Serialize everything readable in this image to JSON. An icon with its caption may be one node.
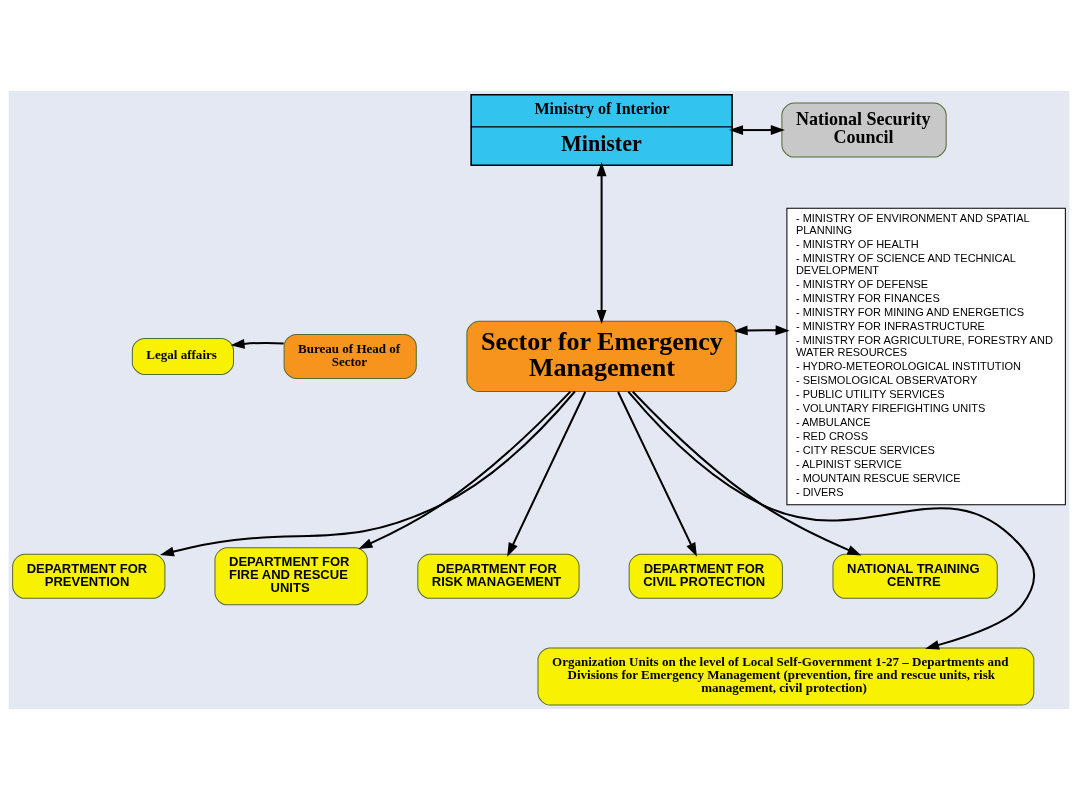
{
  "diagram": {
    "nodes": [
      {
        "text": [
          "Ministry of Interior",
          "Minister"
        ]
      },
      {
        "text": [
          "National Security Council"
        ]
      },
      {
        "text": [
          "- MINISTRY OF ENVIRONMENT AND SPATIAL PLANNING",
          "- MINISTRY OF HEALTH",
          "- MINISTRY OF SCIENCE AND TECHNICAL DEVELOPMENT",
          "- MINISTRY OF DEFENSE",
          "- MINISTRY FOR FINANCES",
          "- MINISTRY FOR MINING AND ENERGETICS",
          "- MINISTRY FOR INFRASTRUCTURE",
          "- MINISTRY FOR AGRICULTURE, FORESTRY AND WATER RESOURCES",
          "- HYDRO-METEOROLOGICAL INSTITUTION",
          "- SEISMOLOGICAL OBSERVATORY",
          "- PUBLIC UTILITY SERVICES",
          "- VOLUNTARY FIREFIGHTING UNITS",
          "- AMBULANCE",
          "- RED CROSS",
          "- CITY RESCUE SERVICES",
          "- ALPINIST SERVICE",
          "- MOUNTAIN RESCUE SERVICE",
          "- DIVERS"
        ]
      },
      {
        "text": [
          "Legal affairs"
        ]
      },
      {
        "text": [
          "Bureau of Head of Sector"
        ]
      },
      {
        "text": [
          "Sector for Emergency Management"
        ]
      },
      {
        "text": [
          "DEPARTMENT FOR PREVENTION"
        ]
      },
      {
        "text": [
          "DEPARTMENT FOR FIRE AND RESCUE UNITS"
        ]
      },
      {
        "text": [
          "DEPARTMENT FOR RISK MANAGEMENT"
        ]
      },
      {
        "text": [
          "DEPARTMENT FOR CIVIL PROTECTION"
        ]
      },
      {
        "text": [
          "NATIONAL TRAINING CENTRE"
        ]
      },
      {
        "text": [
          "Organization Units on the level of Local Self-Government 1-27 – Departments and Divisions for Emergency Management (prevention, fire and rescue units, risk management, civil protection)"
        ]
      }
    ],
    "edges": [
      {
        "from": 0,
        "to": 1,
        "arrow": "both"
      },
      {
        "from": 0,
        "to": 5,
        "arrow": "both"
      },
      {
        "from": 5,
        "to": 2,
        "arrow": "both"
      },
      {
        "from": 4,
        "to": 3,
        "arrow": "to"
      },
      {
        "from": 5,
        "to": 6,
        "arrow": "to"
      },
      {
        "from": 5,
        "to": 7,
        "arrow": "to"
      },
      {
        "from": 5,
        "to": 8,
        "arrow": "to"
      },
      {
        "from": 5,
        "to": 9,
        "arrow": "to"
      },
      {
        "from": 5,
        "to": 10,
        "arrow": "to"
      },
      {
        "from": 5,
        "to": 11,
        "arrow": "to"
      }
    ]
  }
}
